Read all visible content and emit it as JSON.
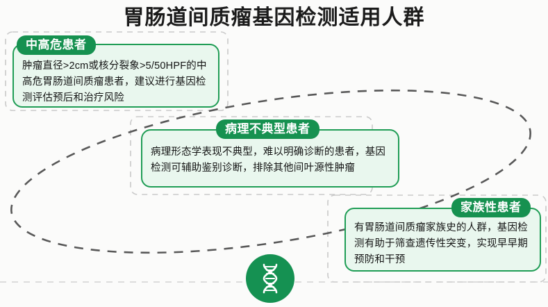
{
  "page": {
    "title": "胃肠道间质瘤基因检测适用人群",
    "background_color": "#fbfbfa",
    "accent_color": "#169150",
    "card_fill_color": "#e9f7ee",
    "card_border_color": "#1f9d55",
    "dashed_ellipse_color": "#585858",
    "dashed_frame_color": "#c9c9c9"
  },
  "emblem": {
    "icon": "dna-helix-icon",
    "circle_color": "#159152",
    "glyph_color": "#ffffff"
  },
  "cards": [
    {
      "id": "card-1",
      "badge": "中高危患者",
      "body": "肿瘤直径>2cm或核分裂象>5/50HPF的中高危胃肠道间质瘤患者，建议进行基因检测评估预后和治疗风险"
    },
    {
      "id": "card-2",
      "badge": "病理不典型患者",
      "body": "病理形态学表现不典型，难以明确诊断的患者，基因检测可辅助鉴别诊断，排除其他间叶源性肿瘤"
    },
    {
      "id": "card-3",
      "badge": "家族性患者",
      "body": "有胃肠道间质瘤家族史的人群，基因检测有助于筛查遗传性突变，实现早早期预防和干预"
    }
  ]
}
